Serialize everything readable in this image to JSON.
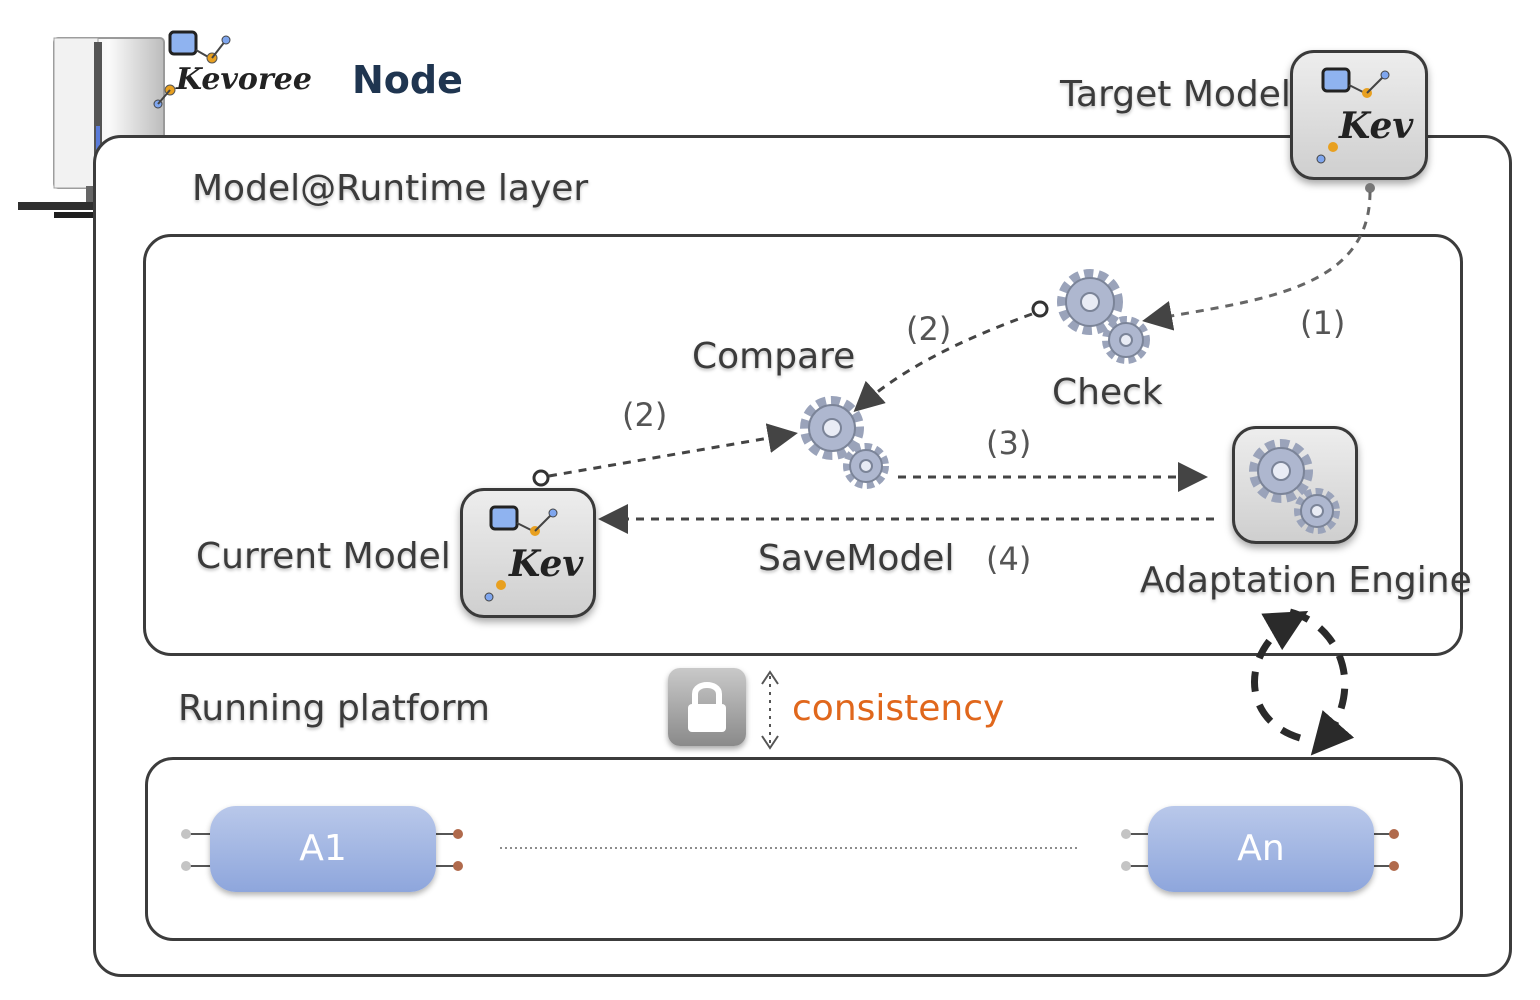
{
  "node": {
    "logo_word": "Kevoree",
    "title": "Node"
  },
  "labels": {
    "target_model": "Target Model",
    "runtime_layer": "Model@Runtime layer",
    "compare": "Compare",
    "check": "Check",
    "current_model": "Current Model",
    "save_model": "SaveModel",
    "adaptation_engine": "Adaptation Engine",
    "running_platform": "Running platform",
    "consistency": "consistency"
  },
  "steps": {
    "s1": "(1)",
    "s2a": "(2)",
    "s2b": "(2)",
    "s3": "(3)",
    "s4": "(4)"
  },
  "kev_badge": "Kev",
  "components": [
    "A1",
    "An"
  ],
  "colors": {
    "consistency": "#e0671c",
    "component": "#9fb4e2",
    "port_out": "#b06a4c",
    "port_in": "#bdbdbd"
  }
}
